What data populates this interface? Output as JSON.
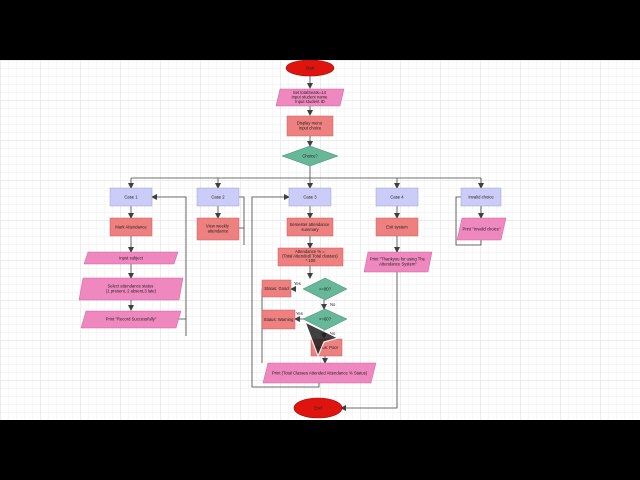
{
  "colors": {
    "terminator": "#e0140f",
    "io": "#f088c0",
    "process": "#ee8080",
    "decision": "#66b898",
    "case": "#ccccf8",
    "line": "#404040",
    "canvas": "#ffffff",
    "outer": "#000000"
  },
  "nodes": {
    "start": "Start",
    "init": [
      "Set totalSeats=14",
      "Input student name",
      "Input student ID"
    ],
    "menu": [
      "Display menu",
      "Input choice"
    ],
    "choice": "Choice?",
    "case1": "Case 1",
    "case2": "Case 2",
    "case3": "Case 3",
    "case4": "Case 4",
    "invalid": "Invalid choice",
    "mark": "Mark Attendance",
    "input_subject": "Input subject",
    "select_status": [
      "Select attendance status",
      "(1 present, 2 absent,3 late)"
    ],
    "print_record": "Print \"Record Successfully\"",
    "view_weekly": [
      "View weekly",
      "attendance"
    ],
    "semester": [
      "Semester attendance",
      "summary"
    ],
    "formula": [
      "Attendance % =",
      "(Total Attended/ Total classes)",
      "* 100"
    ],
    "good": "Status: Good",
    "cond1": ">=80?",
    "warning": "Status: Warning",
    "cond2": ">=60?",
    "poor": "Status: Poor",
    "print_total": "Print (Total Classes Attended Attendance % Status)",
    "exit": "Exit system",
    "print_thanks": [
      "Print \"Thankyou for using The",
      "Attendance System\""
    ],
    "print_invalid": "Print \"Invalid choice\"",
    "end": "End"
  },
  "edges": {
    "yes1": "Yes",
    "no1": "No",
    "yes2": "Yes",
    "no2": "No"
  }
}
